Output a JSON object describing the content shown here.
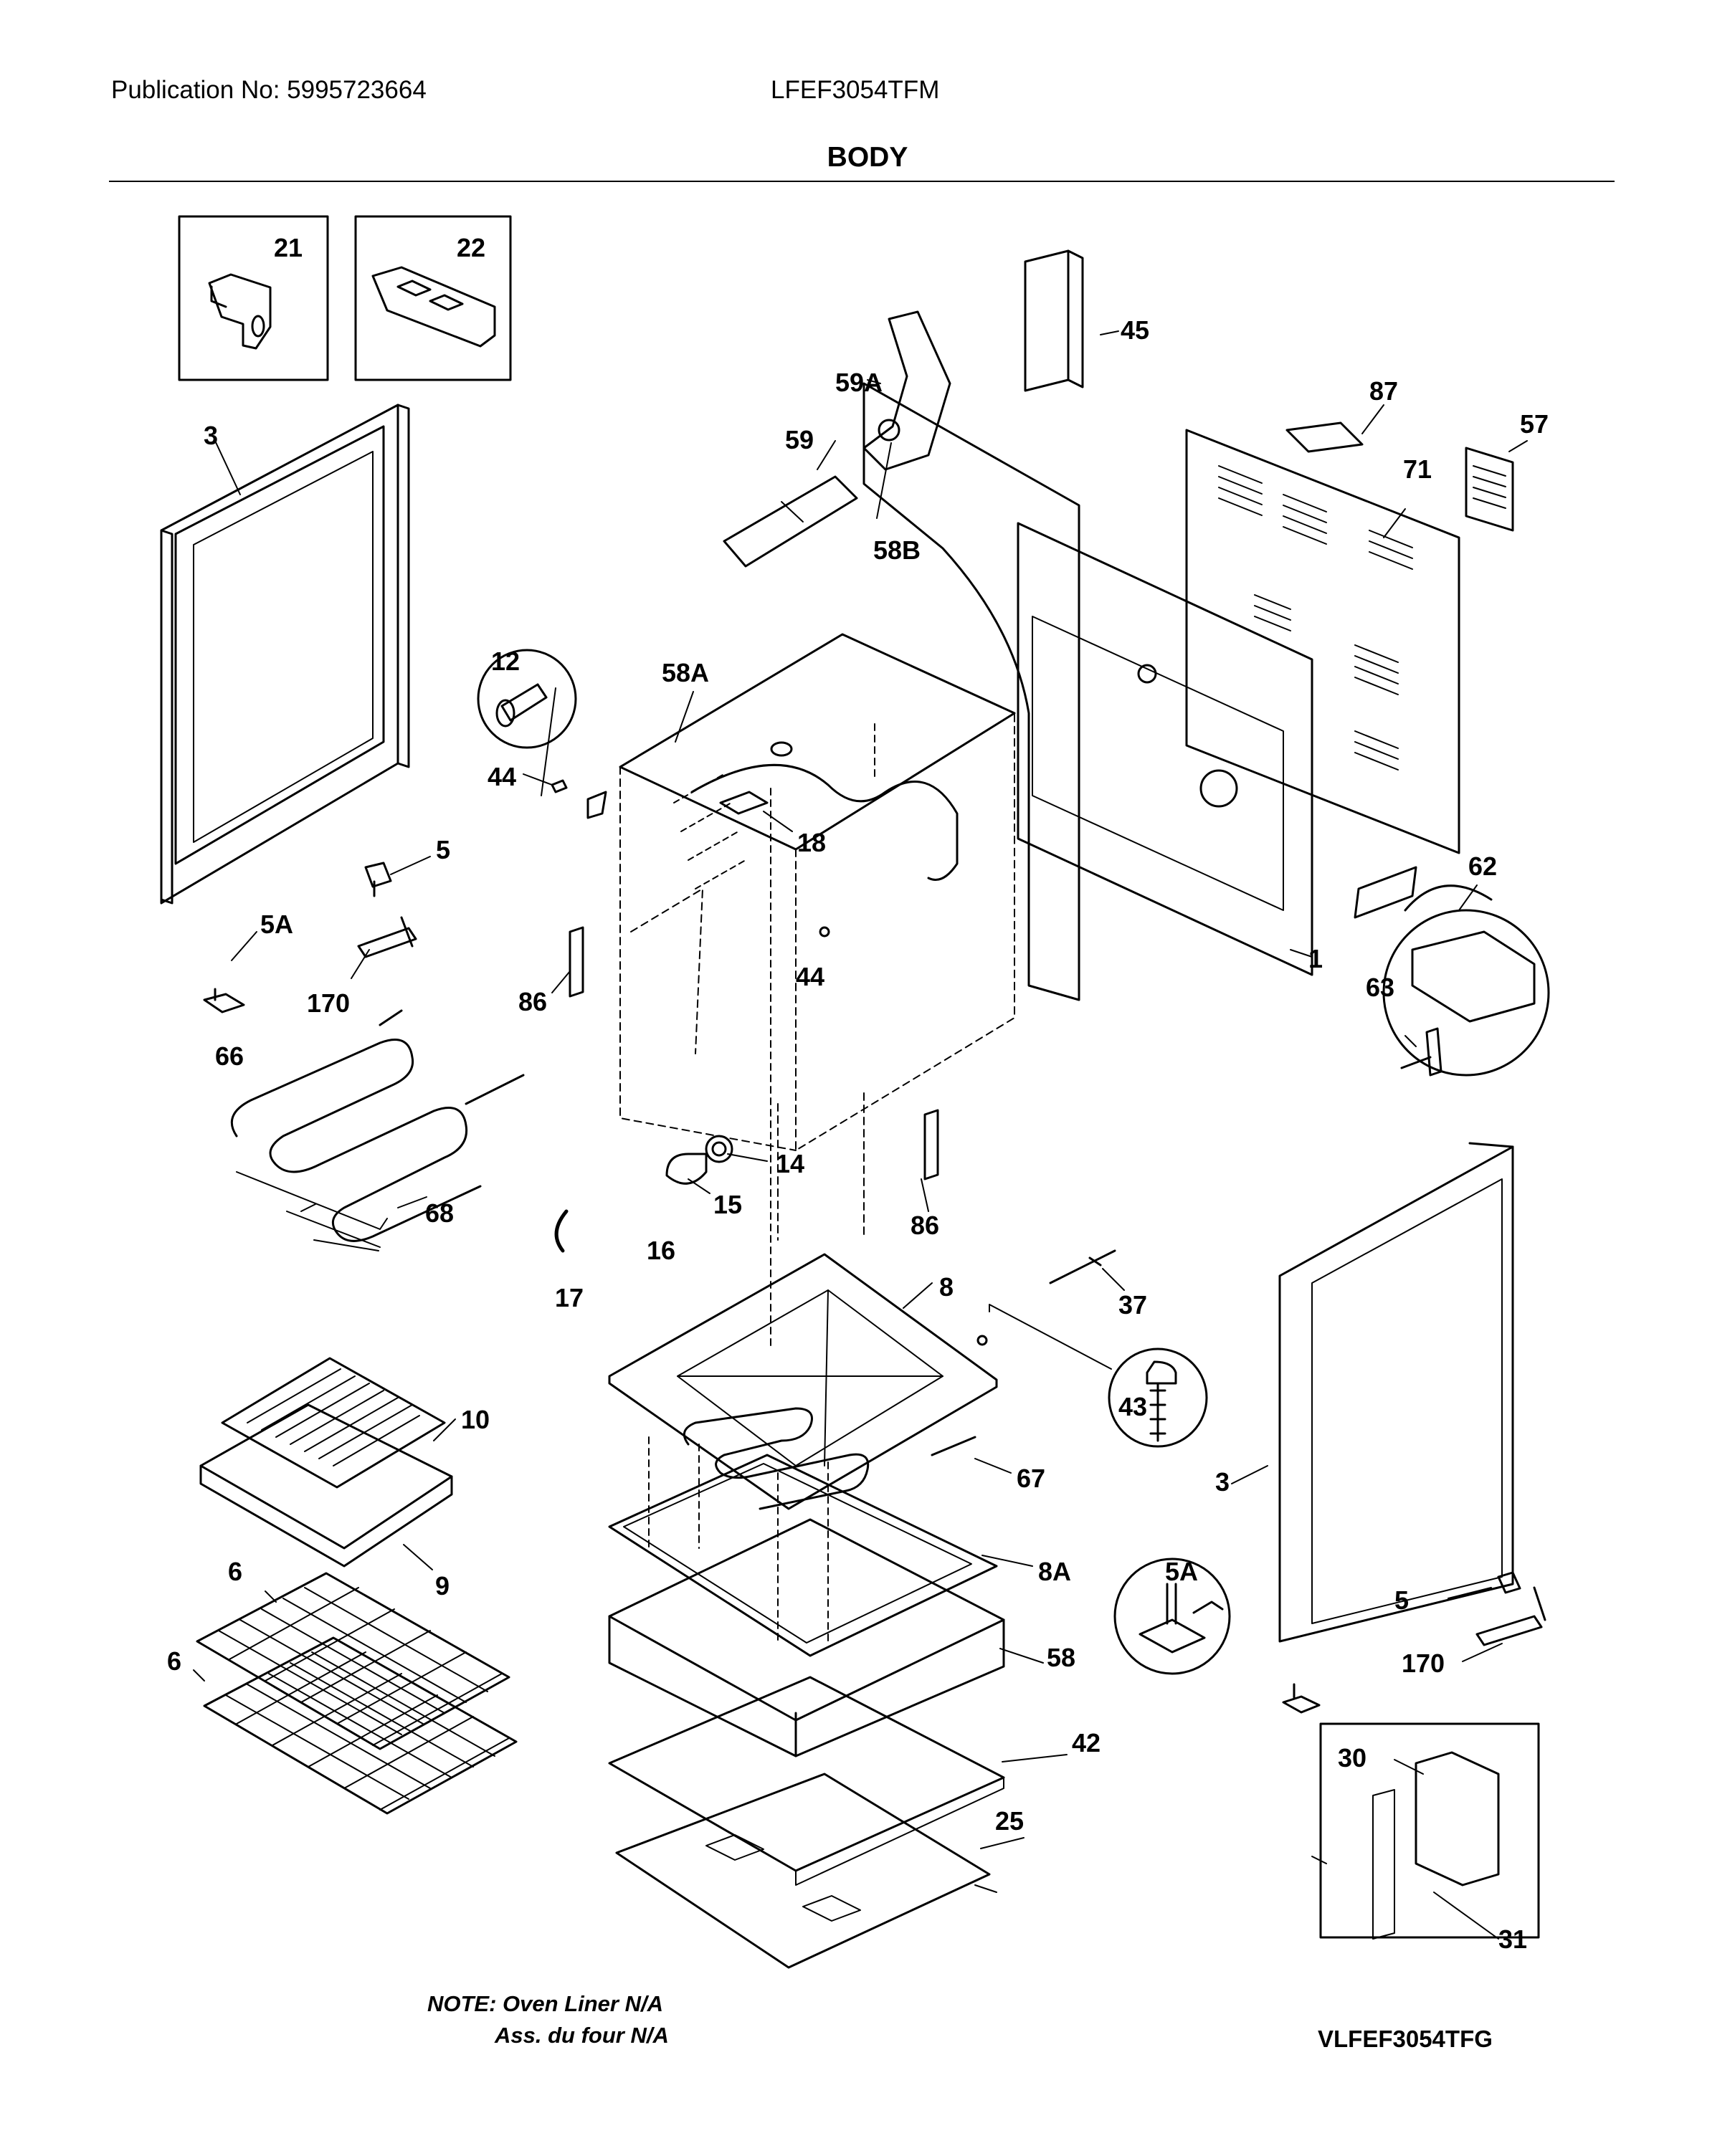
{
  "header": {
    "publication": "Publication No: 5995723664",
    "model": "LFEF3054TFM"
  },
  "section_title": "BODY",
  "note": {
    "line1": "NOTE: Oven Liner N/A",
    "line2": "Ass. du four N/A"
  },
  "drawing_id": "VLFEF3054TFG",
  "callouts": {
    "c21": "21",
    "c22": "22",
    "c3_left": "3",
    "c3_right": "3",
    "c45": "45",
    "c59A": "59A",
    "c59": "59",
    "c87": "87",
    "c57": "57",
    "c71": "71",
    "c58B": "58B",
    "c12": "12",
    "c58A": "58A",
    "c44_left": "44",
    "c44_mid": "44",
    "c18": "18",
    "c5_left": "5",
    "c5_right": "5",
    "c5A_left": "5A",
    "c5A_right": "5A",
    "c170_left": "170",
    "c170_right": "170",
    "c86_left": "86",
    "c86_right": "86",
    "c62": "62",
    "c63": "63",
    "c1": "1",
    "c66": "66",
    "c68": "68",
    "c14": "14",
    "c15": "15",
    "c16": "16",
    "c17": "17",
    "c8": "8",
    "c8A": "8A",
    "c37": "37",
    "c43": "43",
    "c10": "10",
    "c9": "9",
    "c67": "67",
    "c6_top": "6",
    "c6_bottom": "6",
    "c58": "58",
    "c42": "42",
    "c25": "25",
    "c30": "30",
    "c31": "31"
  }
}
